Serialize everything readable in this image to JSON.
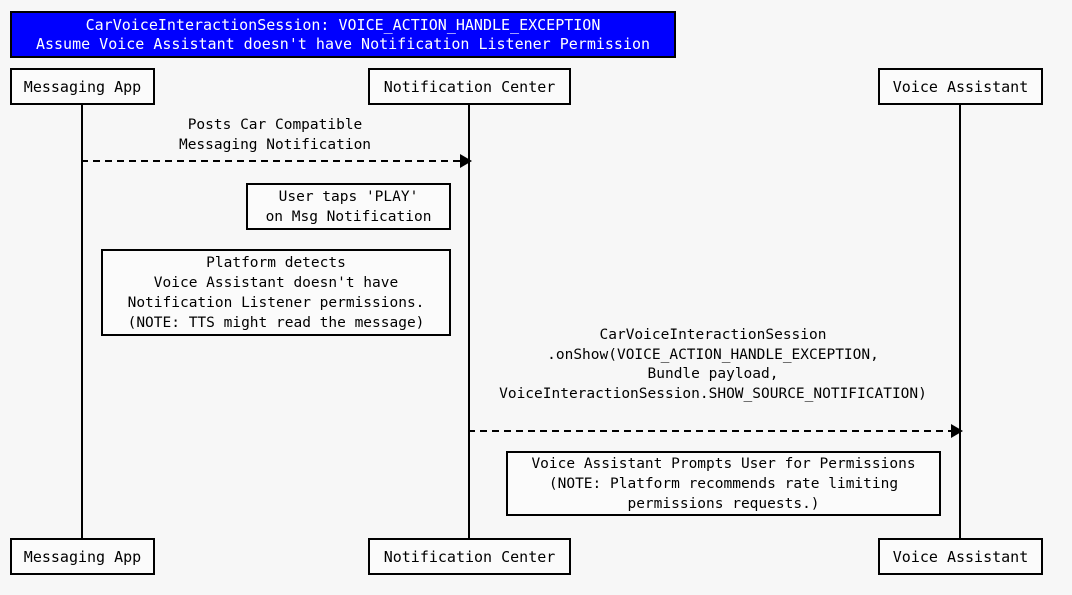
{
  "diagram": {
    "kind": "uml-sequence-diagram",
    "background_color": "#f7f7f7",
    "line_color": "#000000",
    "title": {
      "background_color": "#0000ff",
      "text_color": "#ffffff",
      "lines": [
        "CarVoiceInteractionSession: VOICE_ACTION_HANDLE_EXCEPTION",
        "Assume Voice Assistant doesn't have Notification Listener Permission"
      ]
    },
    "participants": [
      {
        "id": "messaging-app",
        "label": "Messaging App"
      },
      {
        "id": "notification-center",
        "label": "Notification Center"
      },
      {
        "id": "voice-assistant",
        "label": "Voice Assistant"
      }
    ],
    "messages": [
      {
        "id": "posts-car-compatible-messaging-notification",
        "from": "messaging-app",
        "to": "notification-center",
        "style": "dashed",
        "arrowhead": "filled",
        "lines": [
          "Posts Car Compatible",
          "Messaging Notification"
        ]
      },
      {
        "id": "car-voice-interaction-session-onshow",
        "from": "notification-center",
        "to": "voice-assistant",
        "style": "dashed",
        "arrowhead": "filled",
        "lines": [
          "CarVoiceInteractionSession",
          ".onShow(VOICE_ACTION_HANDLE_EXCEPTION,",
          "Bundle payload,",
          "VoiceInteractionSession.SHOW_SOURCE_NOTIFICATION)"
        ]
      }
    ],
    "notes": [
      {
        "id": "note-user-taps-play",
        "lines": [
          "User taps 'PLAY'",
          "on Msg Notification"
        ]
      },
      {
        "id": "note-platform-detects-missing-permission",
        "lines": [
          "Platform detects",
          "Voice Assistant doesn't have",
          "Notification Listener permissions.",
          "(NOTE: TTS might read the message)"
        ]
      },
      {
        "id": "note-voice-assistant-prompts-user",
        "lines": [
          "Voice Assistant Prompts User for Permissions",
          "(NOTE: Platform recommends rate limiting",
          "permissions requests.)"
        ]
      }
    ]
  }
}
